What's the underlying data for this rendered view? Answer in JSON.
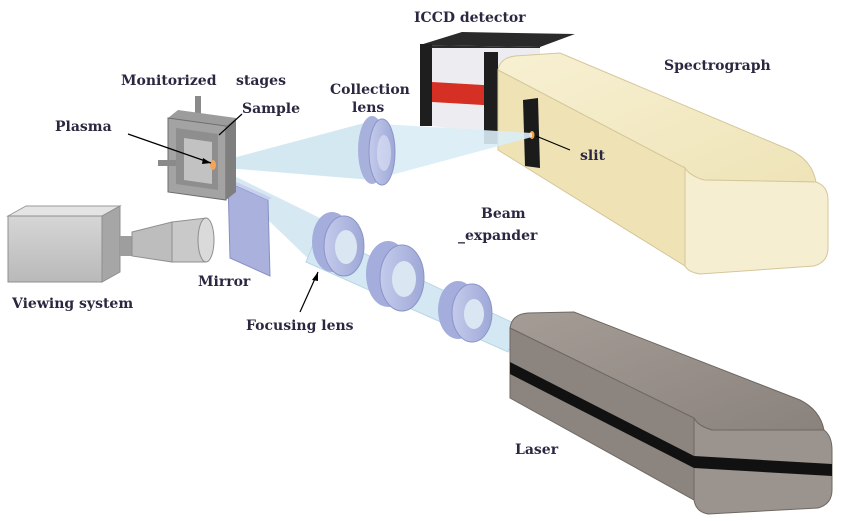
{
  "labels": {
    "iccd_detector": "ICCD detector",
    "spectrograph": "Spectrograph",
    "monitorized_stages": "Monitorized    stages",
    "sample": "Sample",
    "collection_lens_1": "Collection",
    "collection_lens_2": "lens",
    "plasma": "Plasma",
    "slit": "slit",
    "beam_expander_1": "Beam",
    "beam_expander_2": "_expander",
    "viewing_system": "Viewing system",
    "mirror": "Mirror",
    "focusing_lens": "Focusing lens",
    "laser": "Laser"
  },
  "colors": {
    "spectrograph_body": "#f1e7c0",
    "detector_body": "#ececf0",
    "detector_stripe": "#d82e22",
    "laser_body": "#8f8680",
    "laser_stripe": "#111111",
    "beam": "#d4e8f3",
    "lens": "#b4bde2",
    "mirror": "#a9b1dc",
    "label_text": "#2a2840"
  }
}
